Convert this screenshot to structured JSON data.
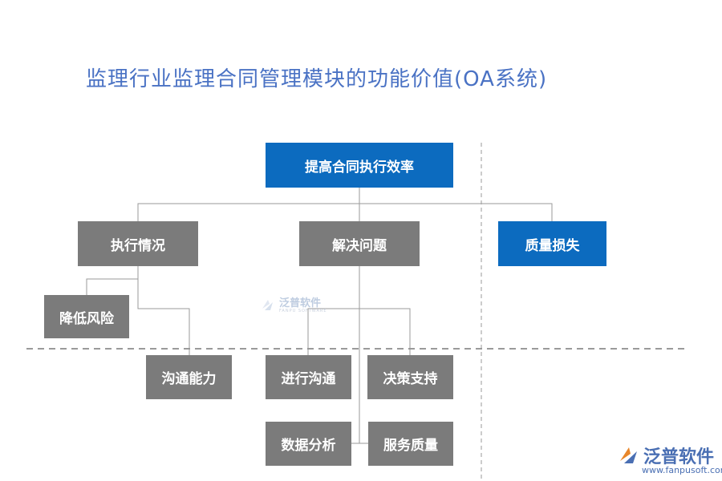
{
  "title": "监理行业监理合同管理模块的功能价值(OA系统)",
  "nodes": {
    "top": "提高合同执行效率",
    "exec_status": "执行情况",
    "solve_problem": "解决问题",
    "quality_loss": "质量损失",
    "reduce_risk": "降低风险",
    "communication_ability": "沟通能力",
    "communicate": "进行沟通",
    "decision_support": "决策支持",
    "data_analysis": "数据分析",
    "service_quality": "服务质量"
  },
  "watermark": {
    "text": "泛普软件",
    "sub": "FANPU SOFTWARE"
  },
  "logo": {
    "text": "泛普软件",
    "url": "www.fanpusoft.com"
  },
  "colors": {
    "blue_box": "#0c6bbf",
    "gray_box": "#7b7b7b",
    "title": "#4a72c4",
    "line": "#9a9a9a"
  }
}
